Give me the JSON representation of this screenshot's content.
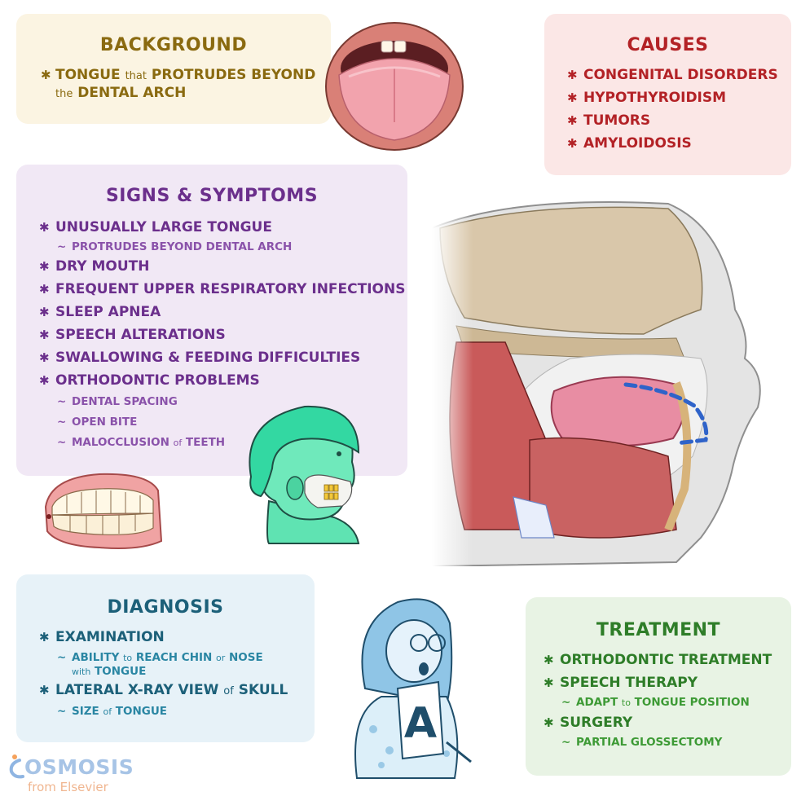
{
  "background": {
    "title": "BACKGROUND",
    "line1_a": "TONGUE",
    "line1_b": "that",
    "line1_c": "PROTRUDES BEYOND",
    "line2_a": "the",
    "line2_b": "DENTAL ARCH"
  },
  "causes": {
    "title": "CAUSES",
    "items": [
      "CONGENITAL DISORDERS",
      "HYPOTHYROIDISM",
      "TUMORS",
      "AMYLOIDOSIS"
    ]
  },
  "signs": {
    "title": "SIGNS & SYMPTOMS",
    "item1": "UNUSUALLY LARGE TONGUE",
    "item1_sub": "PROTRUDES BEYOND DENTAL ARCH",
    "item2": "DRY MOUTH",
    "item3": "FREQUENT UPPER RESPIRATORY INFECTIONS",
    "item4": "SLEEP APNEA",
    "item5": "SPEECH ALTERATIONS",
    "item6": "SWALLOWING & FEEDING DIFFICULTIES",
    "item7": "ORTHODONTIC PROBLEMS",
    "item7_sub1": "DENTAL SPACING",
    "item7_sub2": "OPEN BITE",
    "item7_sub3_a": "MALOCCLUSION",
    "item7_sub3_b": "of",
    "item7_sub3_c": "TEETH"
  },
  "diagnosis": {
    "title": "DIAGNOSIS",
    "item1": "EXAMINATION",
    "item1_sub_a": "ABILITY",
    "item1_sub_b": "to",
    "item1_sub_c": "REACH CHIN",
    "item1_sub_d": "or",
    "item1_sub_e": "NOSE",
    "item1_sub_f": "with",
    "item1_sub_g": "TONGUE",
    "item2_a": "LATERAL X-RAY VIEW",
    "item2_b": "of",
    "item2_c": "SKULL",
    "item2_sub_a": "SIZE",
    "item2_sub_b": "of",
    "item2_sub_c": "TONGUE"
  },
  "treatment": {
    "title": "TREATMENT",
    "item1": "ORTHODONTIC TREATMENT",
    "item2": "SPEECH THERAPY",
    "item2_sub_a": "ADAPT",
    "item2_sub_b": "to",
    "item2_sub_c": "TONGUE POSITION",
    "item3": "SURGERY",
    "item3_sub": "PARTIAL GLOSSECTOMY"
  },
  "symbols": {
    "bullet": "✱",
    "tilde": "~"
  },
  "logo": {
    "brand": "OSMOSIS",
    "tagline": "from Elsevier"
  },
  "colors": {
    "background": "#8a6a10",
    "causes": "#b32226",
    "signs": "#6b2f8c",
    "diagnosis": "#1c6079",
    "treatment": "#2e7d28"
  }
}
